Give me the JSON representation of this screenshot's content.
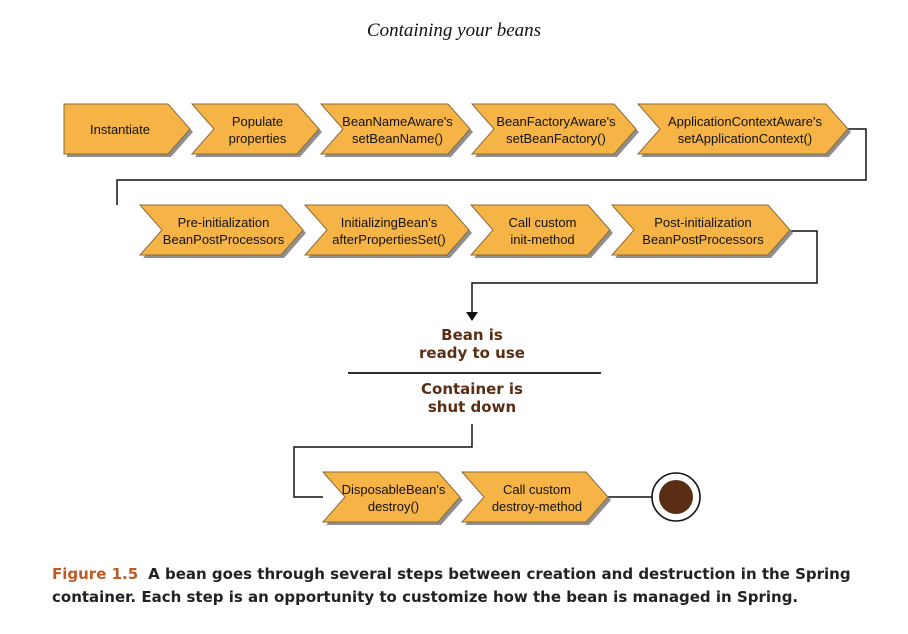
{
  "header": {
    "title": "Containing your beans"
  },
  "steps": [
    {
      "lines": [
        "Instantiate"
      ]
    },
    {
      "lines": [
        "Populate",
        "properties"
      ]
    },
    {
      "lines": [
        "BeanNameAware's",
        "setBeanName()"
      ]
    },
    {
      "lines": [
        "BeanFactoryAware's",
        "setBeanFactory()"
      ]
    },
    {
      "lines": [
        "ApplicationContextAware's",
        "setApplicationContext()"
      ]
    },
    {
      "lines": [
        "Pre-initialization",
        "BeanPostProcessors"
      ]
    },
    {
      "lines": [
        "InitializingBean's",
        "afterPropertiesSet()"
      ]
    },
    {
      "lines": [
        "Call custom",
        "init-method"
      ]
    },
    {
      "lines": [
        "Post-initialization",
        "BeanPostProcessors"
      ]
    },
    {
      "lines": [
        "DisposableBean's",
        "destroy()"
      ]
    },
    {
      "lines": [
        "Call custom",
        "destroy-method"
      ]
    }
  ],
  "states": {
    "ready": [
      "Bean is",
      "ready to use"
    ],
    "shutdown": [
      "Container is",
      "shut down"
    ]
  },
  "caption": {
    "label": "Figure 1.5",
    "text": "A bean goes through several steps between creation and destruction in the Spring container. Each step is an opportunity to customize how the bean is managed in Spring."
  },
  "colors": {
    "chevron_fill": "#f6b446",
    "chevron_stroke": "#8a6a3a",
    "shadow": "#8f8f8f",
    "state_text": "#5a2e14",
    "caption_label": "#c05a20",
    "end_dot": "#5a2e14"
  }
}
